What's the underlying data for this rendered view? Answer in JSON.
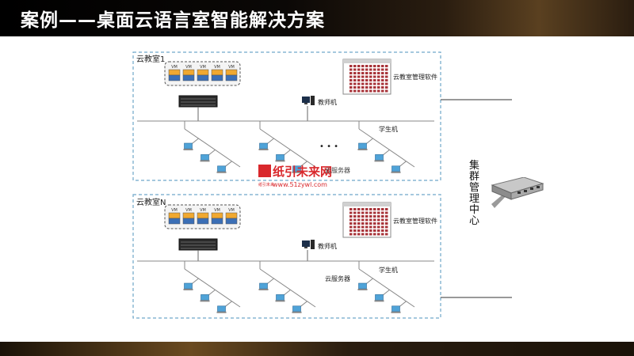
{
  "slide": {
    "title": "案例——桌面云语言室智能解决方案"
  },
  "diagram": {
    "room1": {
      "label": "云教室1",
      "vm_labels": [
        "VM",
        "VM",
        "VM",
        "VM",
        "VM"
      ],
      "software_label": "云教室管理软件",
      "teacher_label": "教师机",
      "student_label": "学生机",
      "ellipsis": "• • •",
      "server_label": "云服务器"
    },
    "roomN": {
      "label": "云教室N",
      "vm_labels": [
        "VM",
        "VM",
        "VM",
        "VM",
        "VM"
      ],
      "software_label": "云教室管理软件",
      "teacher_label": "教师机",
      "student_label": "学生机",
      "server_label": "云服务器"
    },
    "cluster": {
      "label": "集群管理中心"
    },
    "watermark": {
      "brand": "纸引未来网",
      "url": "www.51zywl.com",
      "logo_text": "纸引未来"
    }
  },
  "colors": {
    "accent_red": "#d9282c",
    "dashed_border": "#6fa6c9",
    "vm_orange": "#f0a830",
    "vm_blue": "#3b6fb6"
  }
}
